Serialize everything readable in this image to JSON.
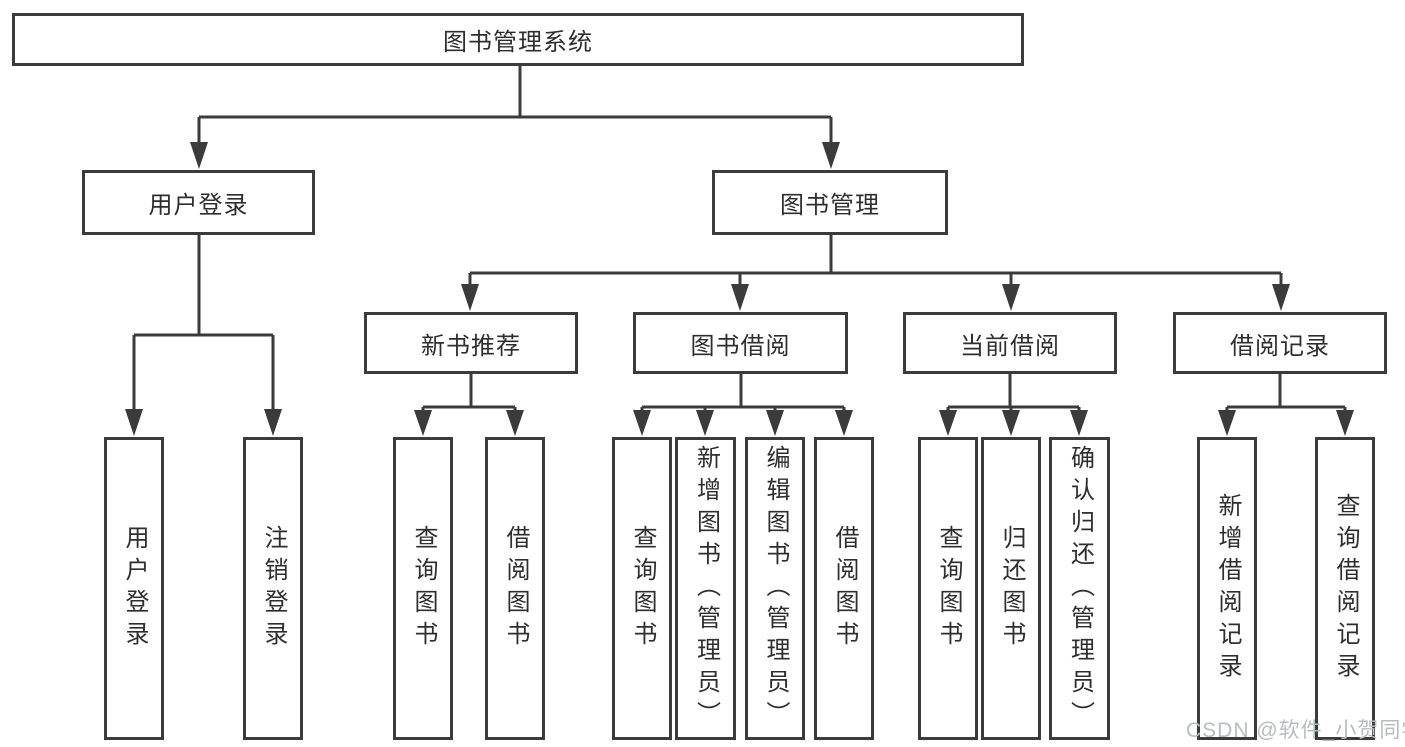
{
  "diagram": {
    "title": "图书管理系统",
    "type": "hierarchy-tree",
    "colors": {
      "line": "#3b3b3b",
      "text": "#2e2e2e",
      "box_background": "#ffffff",
      "page_background": "#ffffff",
      "watermark": "#b8bcc0"
    },
    "nodes": {
      "root": {
        "label": "图书管理系统"
      },
      "level1": [
        {
          "label": "用户登录"
        },
        {
          "label": "图书管理"
        }
      ],
      "level2": [
        {
          "label": "新书推荐"
        },
        {
          "label": "图书借阅"
        },
        {
          "label": "当前借阅"
        },
        {
          "label": "借阅记录"
        }
      ],
      "leaves": [
        {
          "label": "用户登录"
        },
        {
          "label": "注销登录"
        },
        {
          "label": "查询图书"
        },
        {
          "label": "借阅图书"
        },
        {
          "label": "查询图书"
        },
        {
          "label": "新增图书（管理员）"
        },
        {
          "label": "编辑图书（管理员）"
        },
        {
          "label": "借阅图书"
        },
        {
          "label": "查询图书"
        },
        {
          "label": "归还图书"
        },
        {
          "label": "确认归还（管理员）"
        },
        {
          "label": "新增借阅记录"
        },
        {
          "label": "查询借阅记录"
        }
      ]
    },
    "edges": [
      {
        "from": "图书管理系统",
        "to": [
          "用户登录",
          "图书管理"
        ]
      },
      {
        "from": "用户登录",
        "to": [
          "用户登录",
          "注销登录"
        ]
      },
      {
        "from": "图书管理",
        "to": [
          "新书推荐",
          "图书借阅",
          "当前借阅",
          "借阅记录"
        ]
      },
      {
        "from": "新书推荐",
        "to": [
          "查询图书",
          "借阅图书"
        ]
      },
      {
        "from": "图书借阅",
        "to": [
          "查询图书",
          "新增图书（管理员）",
          "编辑图书（管理员）",
          "借阅图书"
        ]
      },
      {
        "from": "当前借阅",
        "to": [
          "查询图书",
          "归还图书",
          "确认归还（管理员）"
        ]
      },
      {
        "from": "借阅记录",
        "to": [
          "新增借阅记录",
          "查询借阅记录"
        ]
      }
    ],
    "watermark": "CSDN @软件_小贺同学"
  }
}
